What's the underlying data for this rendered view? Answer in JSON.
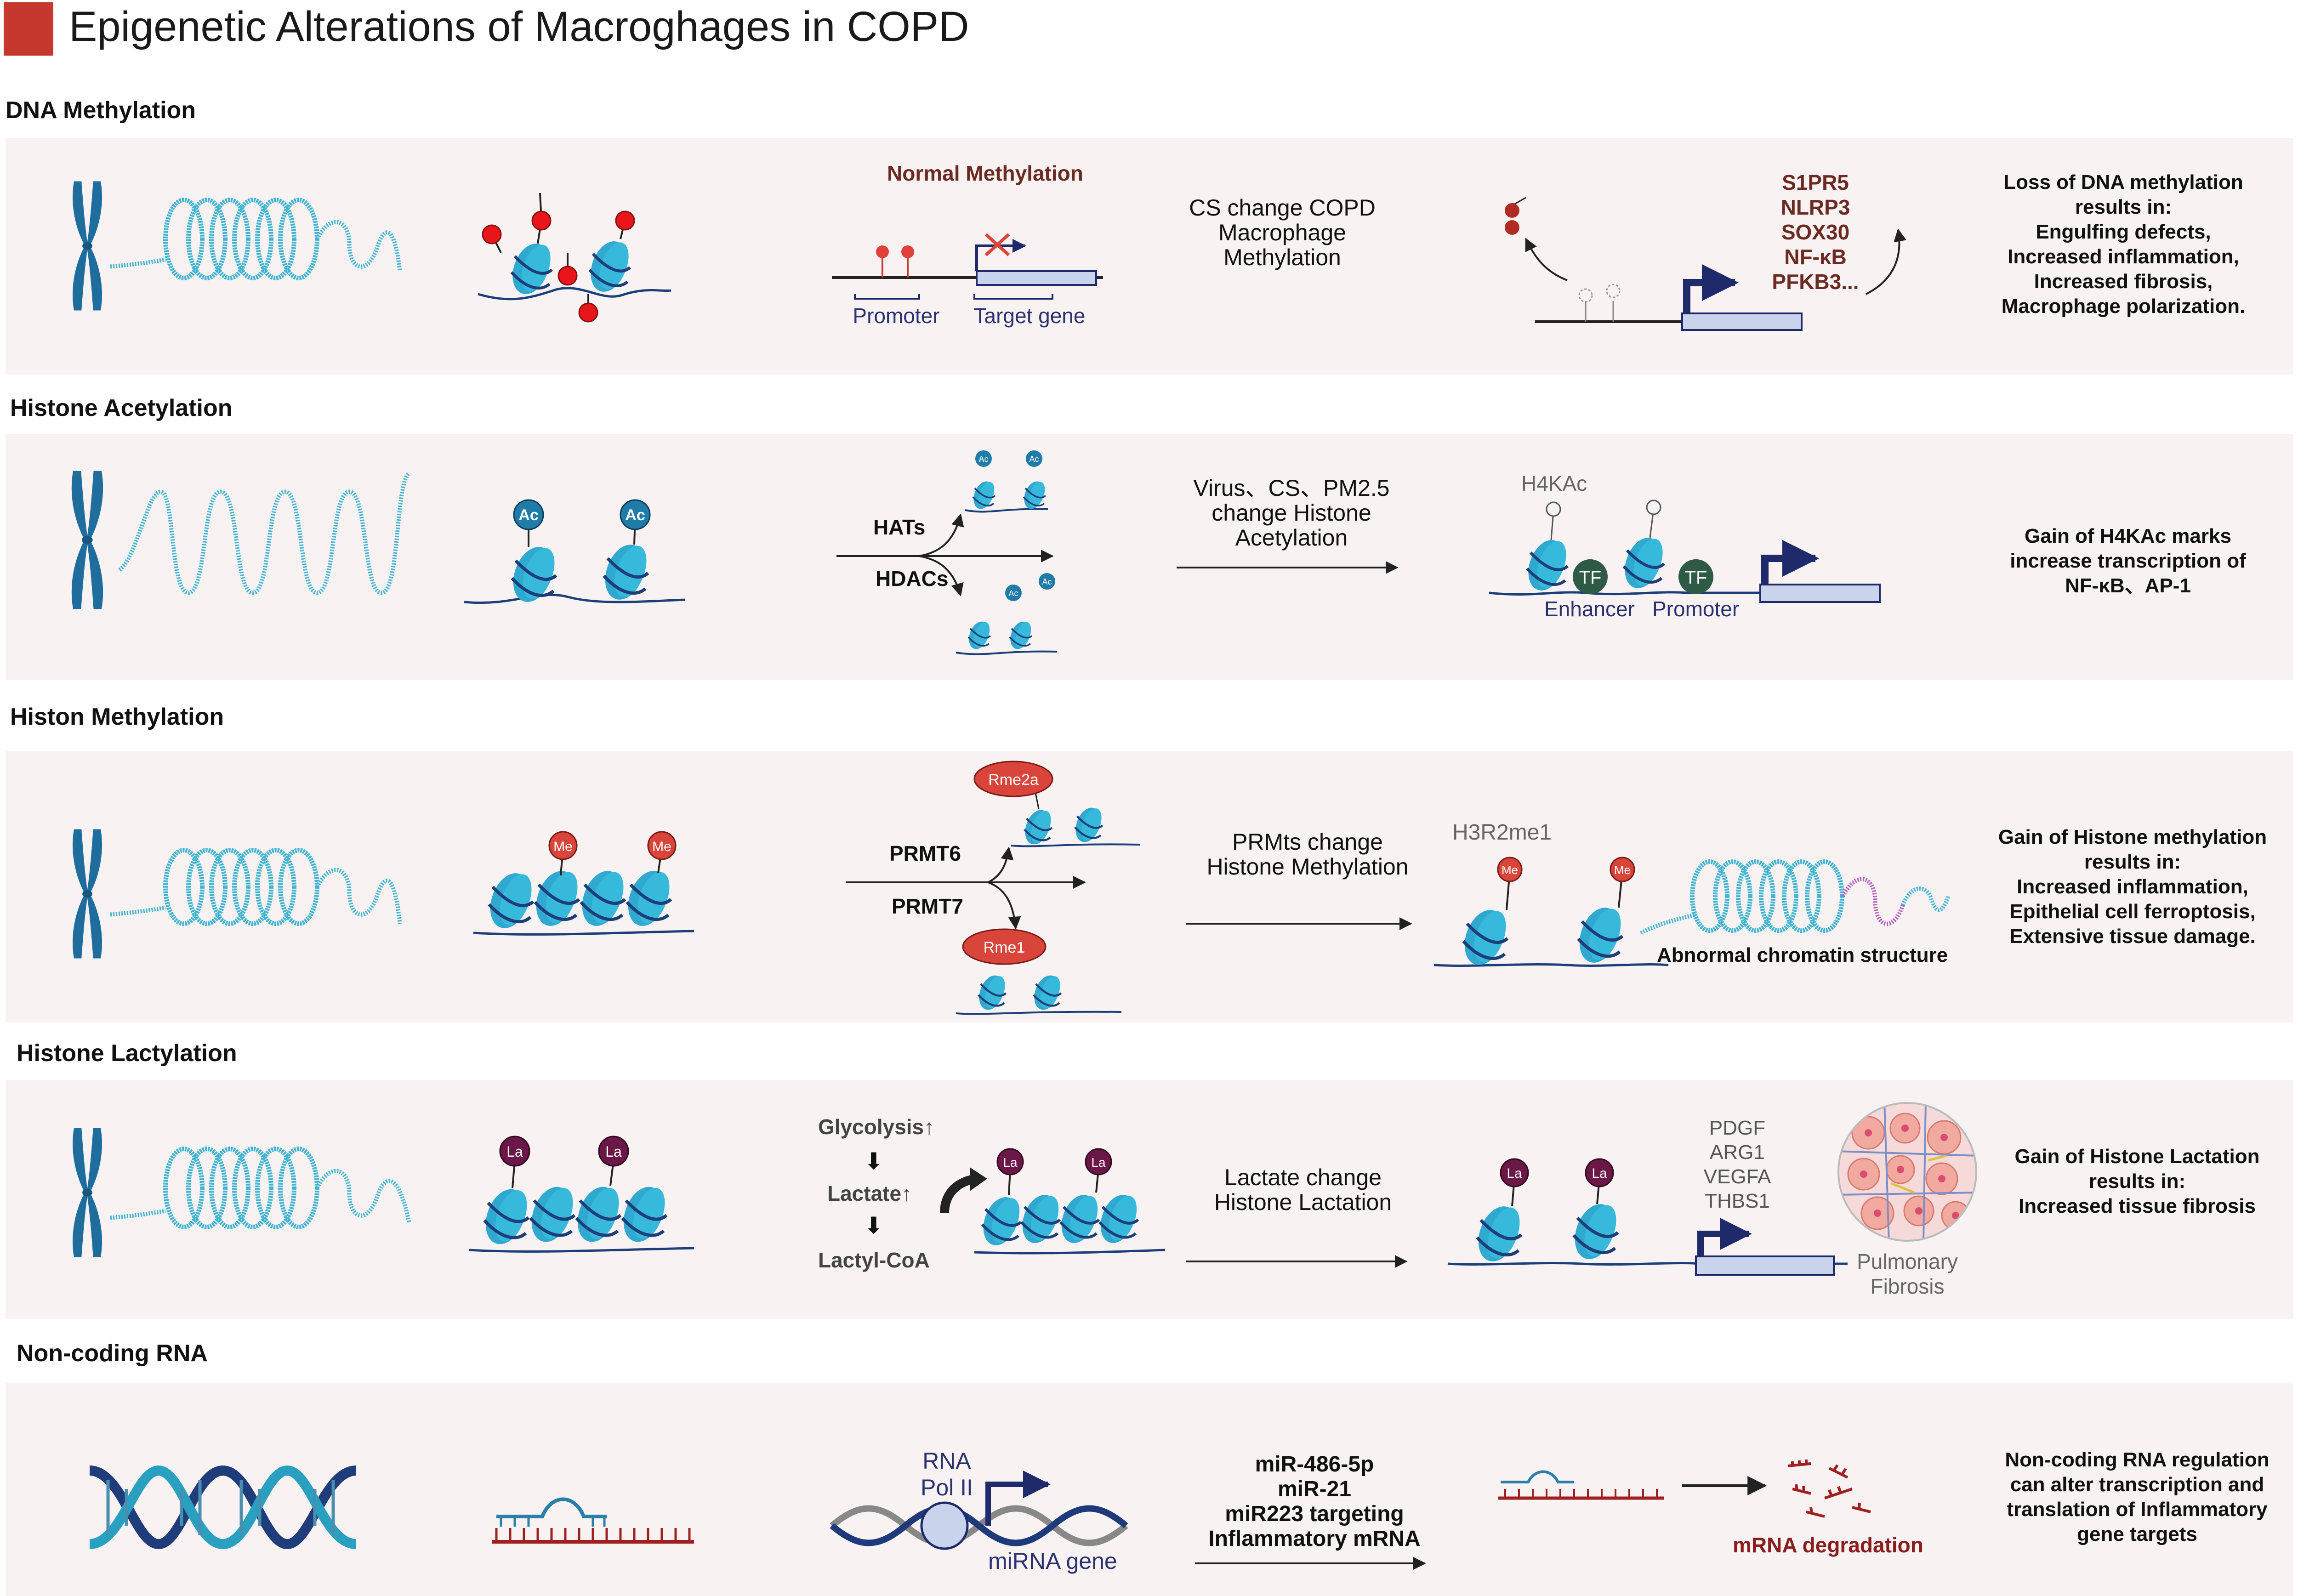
{
  "title": "Epigenetic Alterations of Macroghages in COPD",
  "colors": {
    "accent": "#c6382e",
    "panel": "#f8f2f2",
    "chromatin": "#3fb4d2",
    "chromosome": "#1f6d9c",
    "nucleosome": "#2fa9cf",
    "methyl": "#e8151b",
    "acetyl": "#1f7ba8",
    "me_mark": "#d9453b",
    "la_mark": "#6b1848",
    "tf": "#2f5a45",
    "gene_box": "#c9d3ec",
    "navy": "#1e2a6a"
  },
  "sections": {
    "dna_methylation": {
      "label": "DNA Methylation",
      "normal_label": "Normal Methylation",
      "promoter": "Promoter",
      "target_gene": "Target gene",
      "change_text": "CS change COPD Macrophage Methylation",
      "genes": [
        "S1PR5",
        "NLRP3",
        "SOX30",
        "NF-κB",
        "PFKB3..."
      ],
      "outcome_lines": [
        "Loss of DNA methylation",
        "results in:",
        "Engulfing defects,",
        "Increased inflammation,",
        "Increased fibrosis,",
        "Macrophage polarization."
      ]
    },
    "histone_acetylation": {
      "label": "Histone Acetylation",
      "ac": "Ac",
      "hats": "HATs",
      "hdacs": "HDACs",
      "change_text": "Virus、CS、PM2.5 change Histone Acetylation",
      "mark_label": "H4KAc",
      "tf": "TF",
      "enhancer": "Enhancer",
      "promoter": "Promoter",
      "outcome_lines": [
        "Gain of H4KAc marks",
        "increase transcription of",
        "NF-κB、AP-1"
      ]
    },
    "histone_methylation": {
      "label": "Histon Methylation",
      "me": "Me",
      "rme2a": "Rme2a",
      "rme1": "Rme1",
      "prmt6": "PRMT6",
      "prmt7": "PRMT7",
      "change_text": "PRMts change Histone Methylation",
      "mark_label": "H3R2me1",
      "abnormal": "Abnormal chromatin structure",
      "outcome_lines": [
        "Gain of Histone methylation",
        "results in:",
        "Increased inflammation,",
        "Epithelial cell ferroptosis,",
        "Extensive tissue damage."
      ]
    },
    "histone_lactylation": {
      "label": "Histone Lactylation",
      "la": "La",
      "glycolysis": "Glycolysis↑",
      "lactate": "Lactate↑",
      "lactyl": "Lactyl-CoA",
      "change_text": "Lactate change Histone Lactation",
      "genes": [
        "PDGF",
        "ARG1",
        "VEGFA",
        "THBS1"
      ],
      "fibrosis_label": "Pulmonary Fibrosis",
      "outcome_lines": [
        "Gain of Histone Lactation",
        "results in:",
        "Increased tissue fibrosis"
      ]
    },
    "noncoding_rna": {
      "label": "Non-coding RNA",
      "pol_line1": "RNA",
      "pol_line2": "Pol II",
      "mirna_gene": "miRNA gene",
      "change_lines": [
        "miR-486-5p",
        "miR-21",
        "miR223 targeting",
        "Inflammatory mRNA"
      ],
      "degradation": "mRNA degradation",
      "outcome_lines": [
        "Non-coding RNA regulation",
        "can alter transcription and",
        "translation of Inflammatory",
        "gene targets"
      ]
    }
  }
}
